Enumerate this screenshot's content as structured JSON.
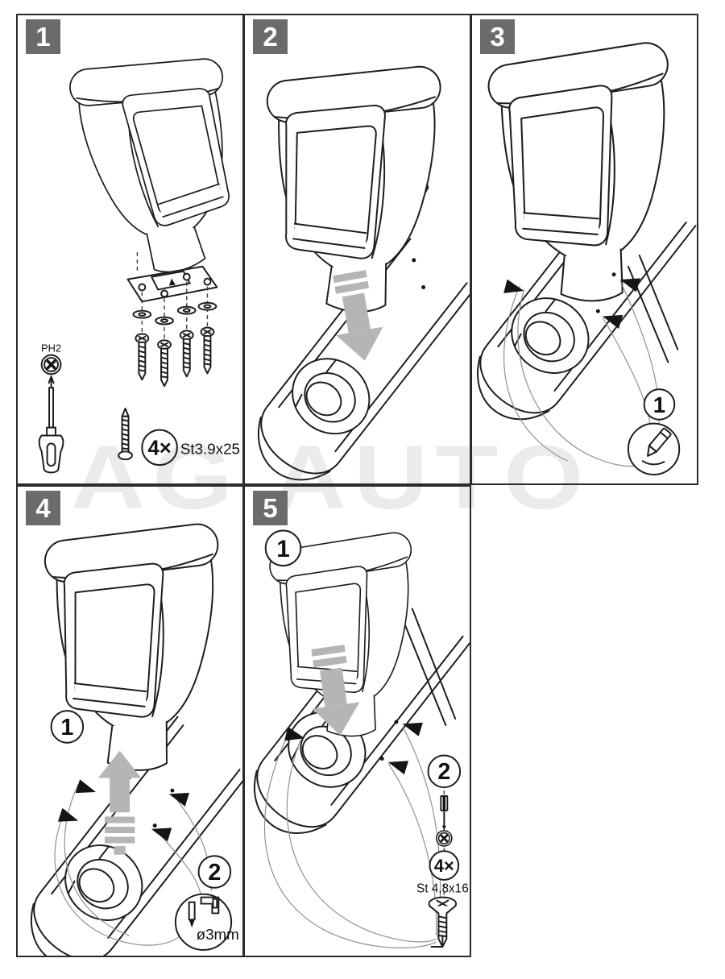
{
  "sheet": {
    "watermark": "AG AUTO"
  },
  "colors": {
    "badge_bg": "#6b6b6b",
    "badge_text": "#ffffff",
    "line_ink": "#1d1d1d",
    "arrow_gray": "#b5b5b5",
    "watermark_gray": "#ebebeb"
  },
  "steps": {
    "s1": {
      "badge": "1",
      "tool_label": "PH2",
      "qty_label": "4×",
      "screw_label": "St3.9x25"
    },
    "s2": {
      "badge": "2"
    },
    "s3": {
      "badge": "3",
      "callout_1": "1"
    },
    "s4": {
      "badge": "4",
      "callout_1": "1",
      "callout_2": "2",
      "drill_label": "ø3mm"
    },
    "s5": {
      "badge": "5",
      "callout_1": "1",
      "callout_2": "2",
      "qty_label": "4×",
      "screw_label": "St 4,8x16"
    }
  }
}
